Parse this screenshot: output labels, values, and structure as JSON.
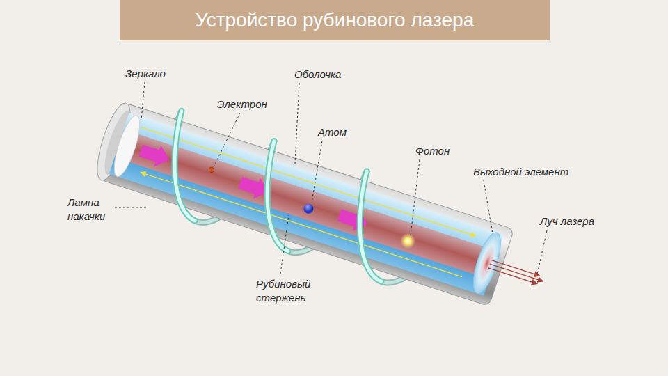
{
  "diagram": {
    "title": "Устройство рубинового лазера",
    "labels": [
      "Зеркало",
      "Оболочка",
      "Электрон",
      "Атом",
      "Фотон",
      "Выходной элемент",
      "Лампа накачки",
      "Луч лазера",
      "Рубиновый стержень"
    ]
  }
}
